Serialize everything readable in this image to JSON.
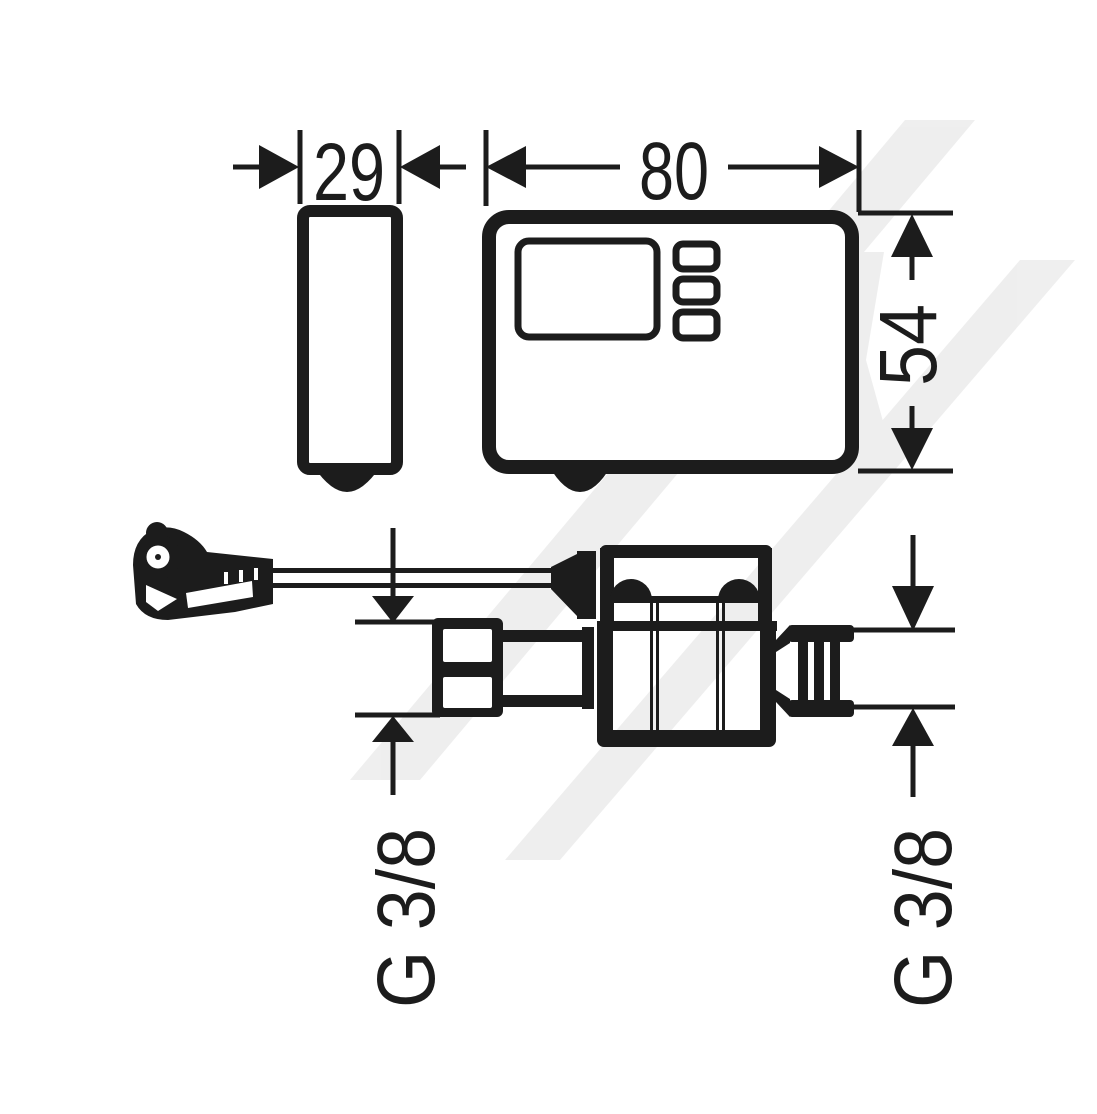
{
  "drawing": {
    "type": "technical-dimension-drawing",
    "dimensions": {
      "side_width": "29",
      "front_width": "80",
      "front_height": "54",
      "inlet_thread": "G 3/8",
      "outlet_thread": "G 3/8"
    }
  },
  "colors": {
    "ink": "#1c1c1c",
    "background": "#ffffff",
    "watermark": "#e4e4e4"
  }
}
